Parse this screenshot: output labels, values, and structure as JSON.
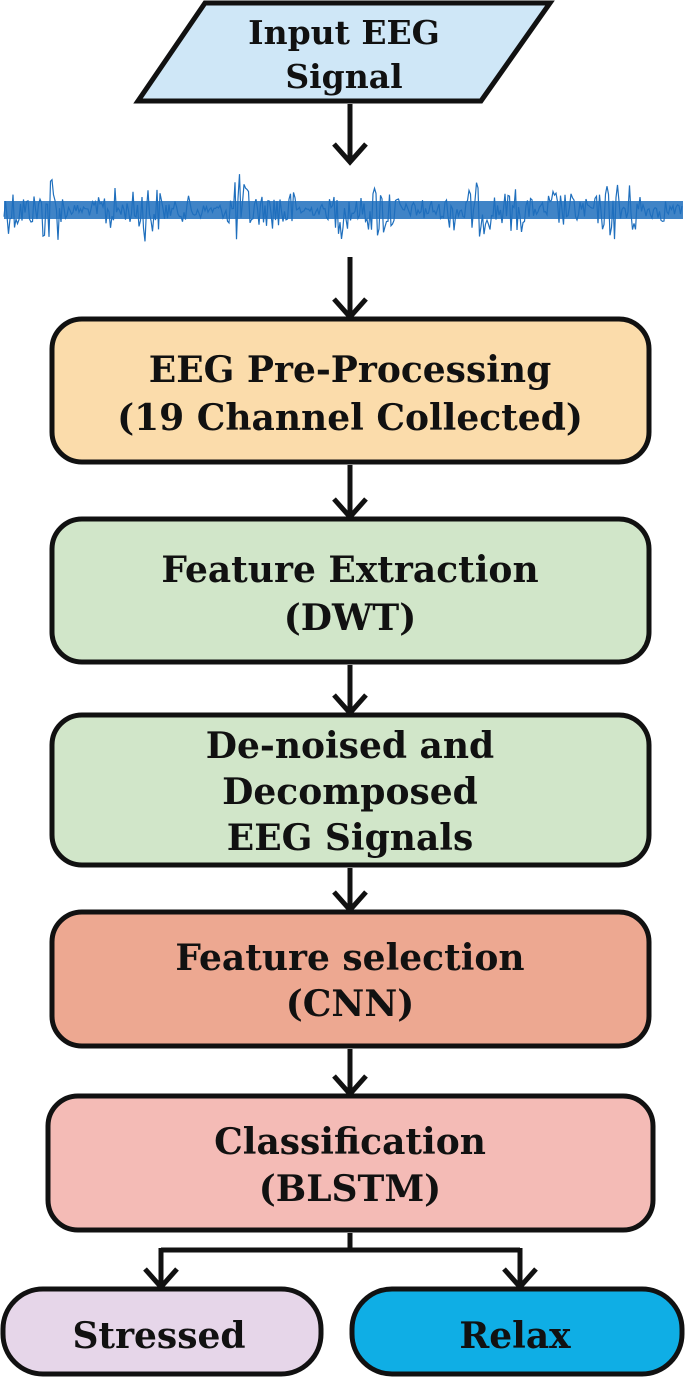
{
  "diagram": {
    "input": {
      "lines": [
        "Input EEG",
        "Signal"
      ],
      "fill": "#cfe7f7"
    },
    "waveform": {
      "color": "#1f6fbd"
    },
    "steps": [
      {
        "id": "preprocessing",
        "lines": [
          "EEG Pre-Processing",
          "(19 Channel Collected)"
        ],
        "fill": "#fbdcab"
      },
      {
        "id": "feature-extraction",
        "lines": [
          "Feature Extraction",
          "(DWT)"
        ],
        "fill": "#d1e6c9"
      },
      {
        "id": "denoised",
        "lines": [
          "De-noised and",
          "Decomposed",
          "EEG Signals"
        ],
        "fill": "#d1e6c9"
      },
      {
        "id": "feature-selection",
        "lines": [
          "Feature selection",
          "(CNN)"
        ],
        "fill": "#eda891"
      },
      {
        "id": "classification",
        "lines": [
          "Classification",
          "(BLSTM)"
        ],
        "fill": "#f4bbb6"
      }
    ],
    "outputs": [
      {
        "id": "stressed",
        "label": "Stressed",
        "fill": "#e6d6e9"
      },
      {
        "id": "relax",
        "label": "Relax",
        "fill": "#0faee5"
      }
    ],
    "stroke_color": "#111111"
  }
}
